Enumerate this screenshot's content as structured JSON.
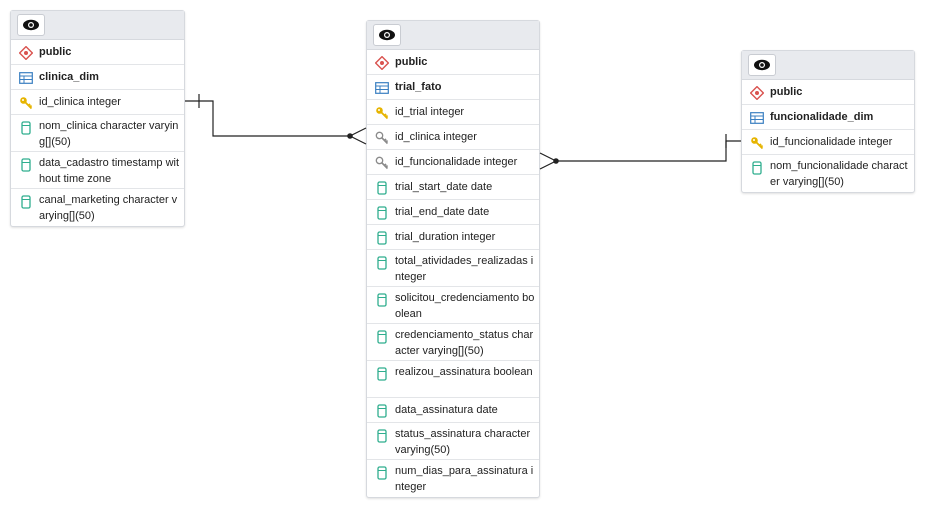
{
  "tables": {
    "clinica_dim": {
      "schema": "public",
      "name": "clinica_dim",
      "columns": [
        {
          "text": "id_clinica integer",
          "icon": "primary-key-icon"
        },
        {
          "text": "nom_clinica character varying[](50)",
          "icon": "column-icon"
        },
        {
          "text": "data_cadastro timestamp without time zone",
          "icon": "column-icon"
        },
        {
          "text": "canal_marketing character varying[](50)",
          "icon": "column-icon"
        }
      ]
    },
    "trial_fato": {
      "schema": "public",
      "name": "trial_fato",
      "columns": [
        {
          "text": "id_trial integer",
          "icon": "primary-key-icon"
        },
        {
          "text": "id_clinica integer",
          "icon": "foreign-key-icon"
        },
        {
          "text": "id_funcionalidade integer",
          "icon": "foreign-key-icon"
        },
        {
          "text": "trial_start_date date",
          "icon": "column-icon"
        },
        {
          "text": "trial_end_date date",
          "icon": "column-icon"
        },
        {
          "text": "trial_duration integer",
          "icon": "column-icon"
        },
        {
          "text": "total_atividades_realizadas integer",
          "icon": "column-icon"
        },
        {
          "text": "solicitou_credenciamento boolean",
          "icon": "column-icon"
        },
        {
          "text": "credenciamento_status character varying[](50)",
          "icon": "column-icon"
        },
        {
          "text": "realizou_assinatura boolean",
          "icon": "column-icon"
        },
        {
          "text": "data_assinatura date",
          "icon": "column-icon"
        },
        {
          "text": "status_assinatura character varying(50)",
          "icon": "column-icon"
        },
        {
          "text": "num_dias_para_assinatura integer",
          "icon": "column-icon"
        }
      ]
    },
    "funcionalidade_dim": {
      "schema": "public",
      "name": "funcionalidade_dim",
      "columns": [
        {
          "text": "id_funcionalidade integer",
          "icon": "primary-key-icon"
        },
        {
          "text": "nom_funcionalidade character varying[](50)",
          "icon": "column-icon"
        }
      ]
    }
  },
  "relationships": [
    {
      "from": "clinica_dim.id_clinica",
      "to": "trial_fato.id_clinica",
      "from_cardinality": "one",
      "to_cardinality": "many"
    },
    {
      "from": "funcionalidade_dim.id_funcionalidade",
      "to": "trial_fato.id_funcionalidade",
      "from_cardinality": "one",
      "to_cardinality": "many"
    }
  ],
  "colors": {
    "schema_icon": "#d9534f",
    "table_icon": "#3a7fc1",
    "primary_key": "#e6b400",
    "foreign_key": "#8a8a8a",
    "column_icon": "#2fae8e",
    "connector": "#222222"
  }
}
